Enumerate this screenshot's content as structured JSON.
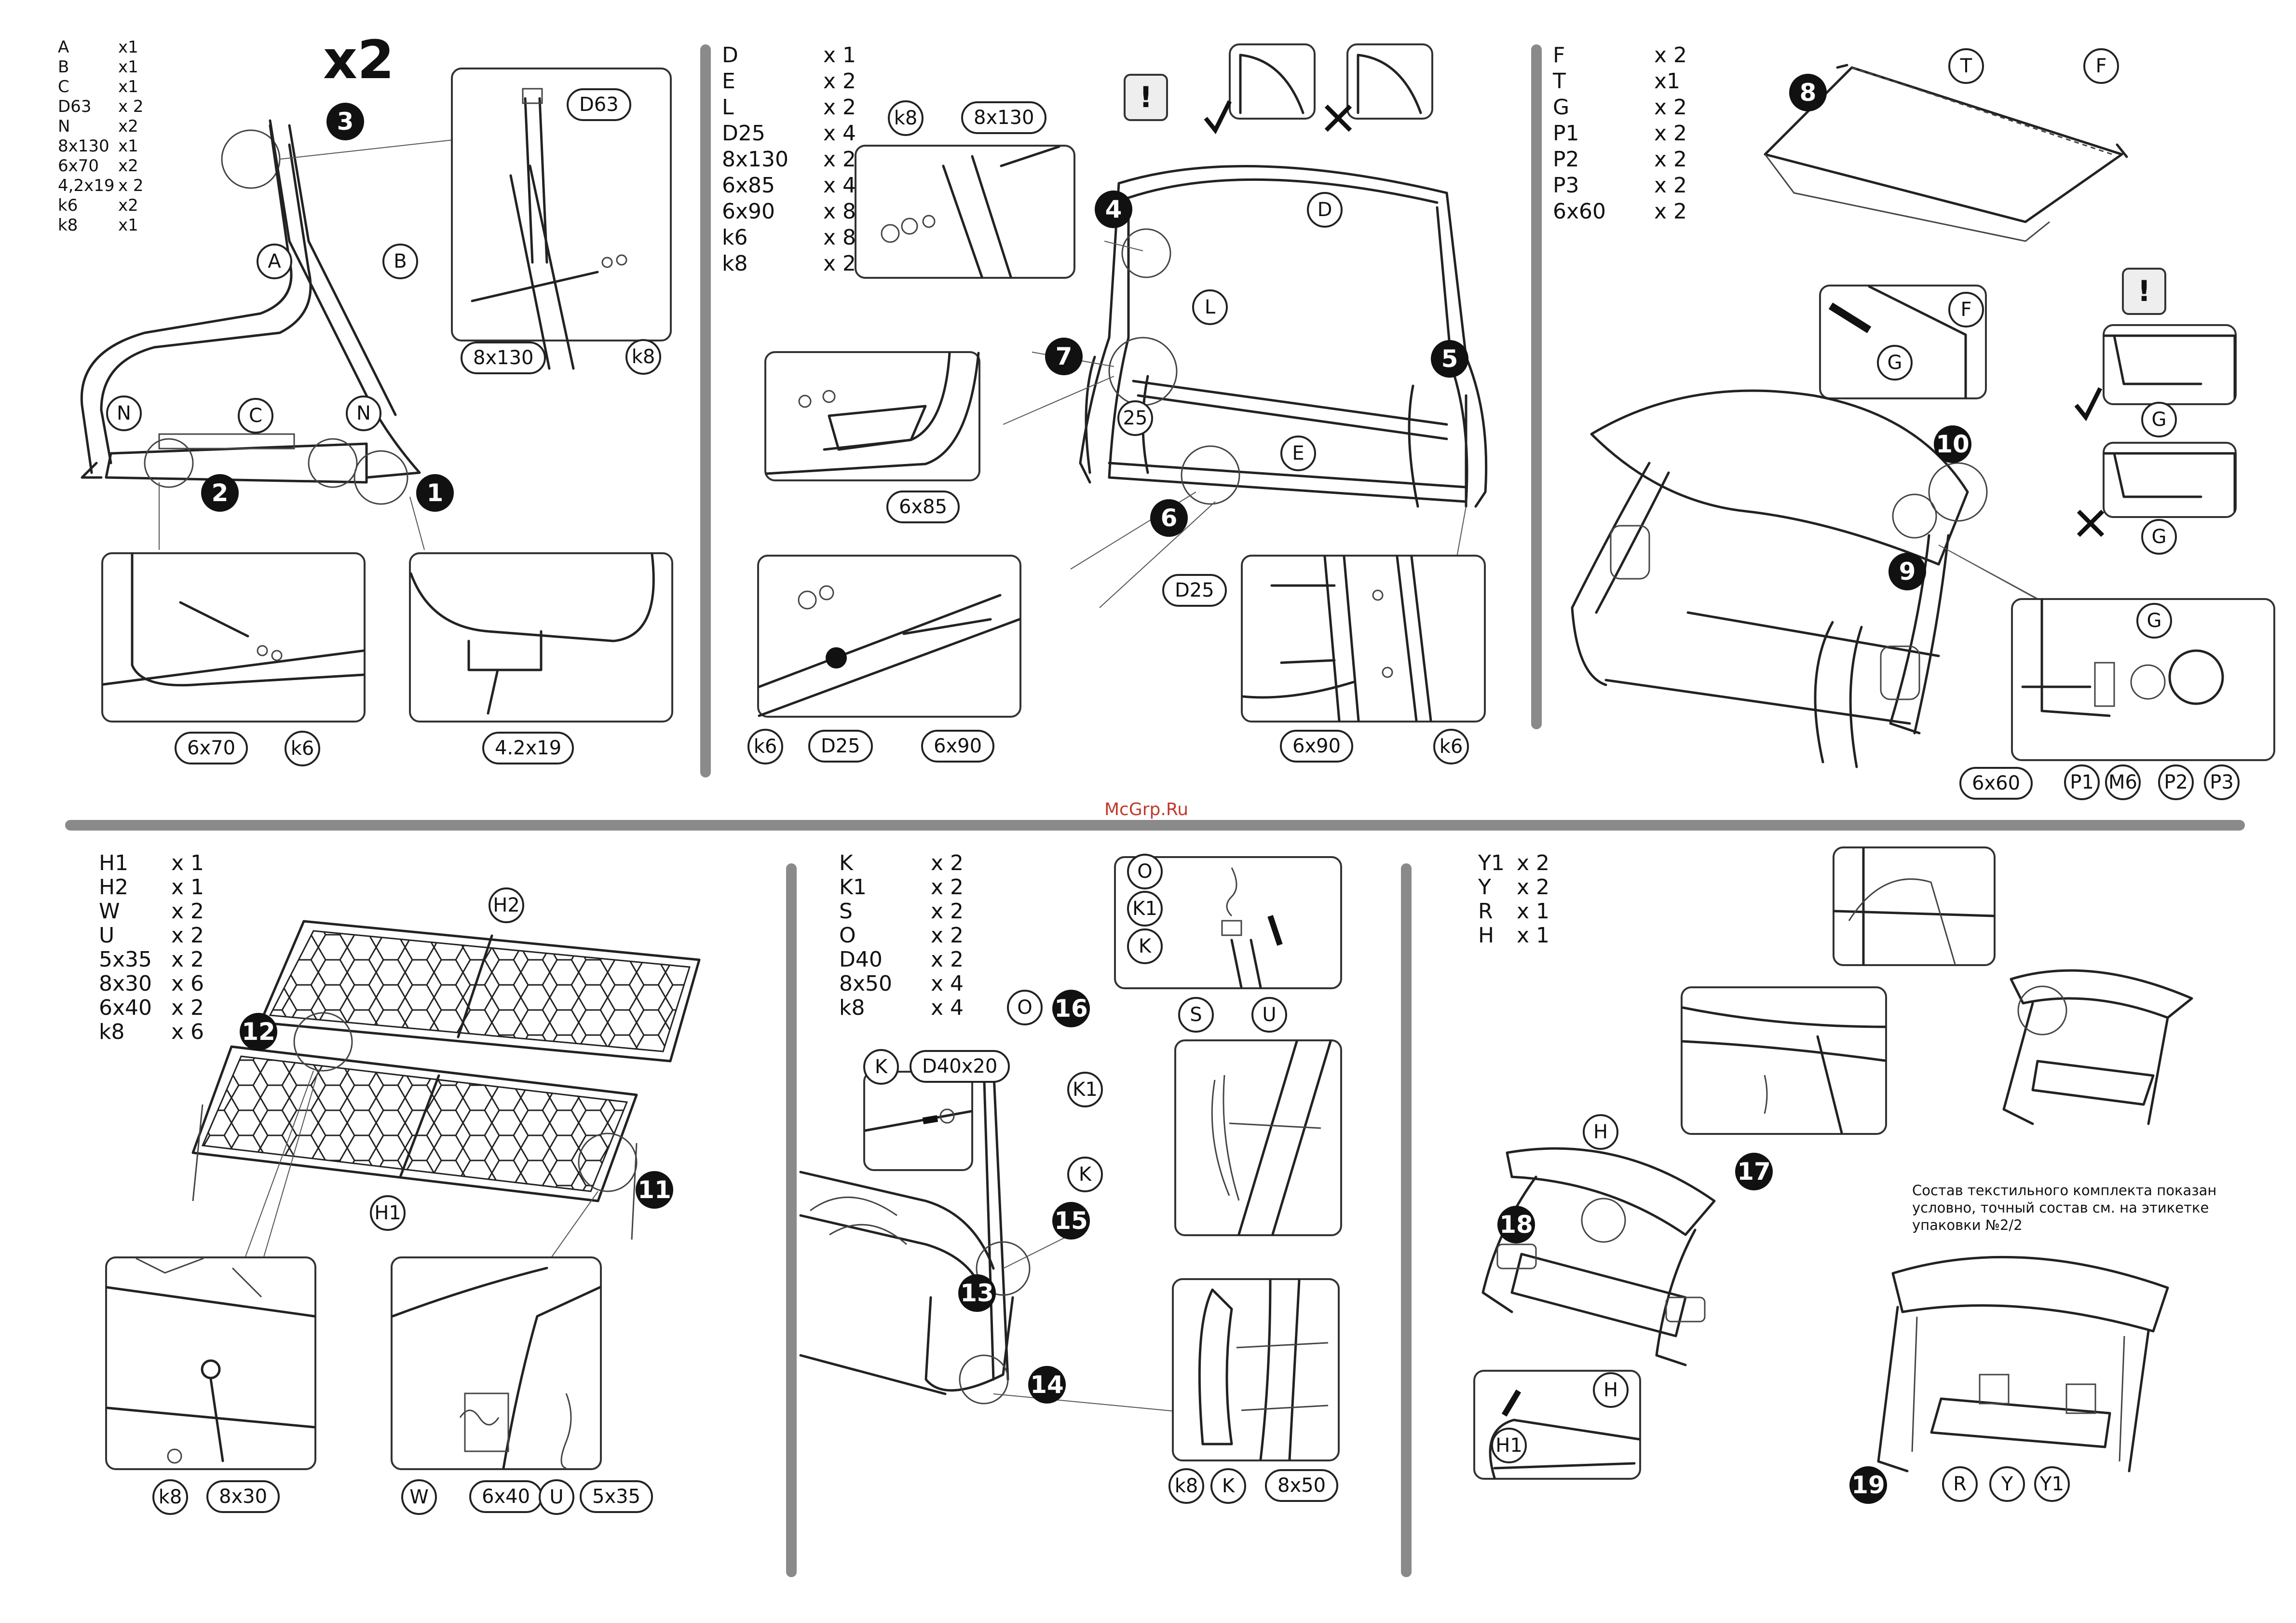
{
  "watermark": "McGrp.Ru",
  "panel1": {
    "parts": [
      {
        "code": "A",
        "qty": "x1"
      },
      {
        "code": "B",
        "qty": "x1"
      },
      {
        "code": "C",
        "qty": "x1"
      },
      {
        "code": "D63",
        "qty": "x 2"
      },
      {
        "code": "N",
        "qty": "x2"
      },
      {
        "code": "8x130",
        "qty": "x1"
      },
      {
        "code": "6x70",
        "qty": "x2"
      },
      {
        "code": "4,2x19",
        "qty": "x 2"
      },
      {
        "code": "k6",
        "qty": "x2"
      },
      {
        "code": "k8",
        "qty": "x1"
      }
    ],
    "multiplier": "x2",
    "steps": [
      "3",
      "2",
      "1"
    ],
    "labels": {
      "a": "A",
      "b": "B",
      "c": "C",
      "n1": "N",
      "n2": "N",
      "d63": "D63",
      "b8x130": "8x130",
      "k8": "k8",
      "b6x70": "6x70",
      "k6": "k6",
      "b4219": "4.2x19"
    }
  },
  "panel2": {
    "parts": [
      {
        "code": "D",
        "qty": "x 1"
      },
      {
        "code": "E",
        "qty": "x 2"
      },
      {
        "code": "L",
        "qty": "x 2"
      },
      {
        "code": "D25",
        "qty": "x 4"
      },
      {
        "code": "8x130",
        "qty": "x 2"
      },
      {
        "code": "6x85",
        "qty": "x 4"
      },
      {
        "code": "6x90",
        "qty": "x 8"
      },
      {
        "code": "k6",
        "qty": "x 8"
      },
      {
        "code": "k8",
        "qty": "x 2"
      }
    ],
    "warn": "!",
    "steps": [
      "4",
      "7",
      "5",
      "6"
    ],
    "labels": {
      "k8": "k8",
      "b8x130": "8x130",
      "d": "D",
      "l": "L",
      "n25": "25",
      "e": "E",
      "b6x85": "6x85",
      "d25a": "D25",
      "k6a": "k6",
      "d25b": "D25",
      "b6x90a": "6x90",
      "b6x90b": "6x90",
      "k6b": "k6"
    }
  },
  "panel3": {
    "parts": [
      {
        "code": "F",
        "qty": "x 2"
      },
      {
        "code": "T",
        "qty": "x1"
      },
      {
        "code": "G",
        "qty": "x 2"
      },
      {
        "code": "P1",
        "qty": "x 2"
      },
      {
        "code": "P2",
        "qty": "x 2"
      },
      {
        "code": "P3",
        "qty": "x 2"
      },
      {
        "code": "6x60",
        "qty": "x 2"
      }
    ],
    "warn": "!",
    "steps": [
      "8",
      "10",
      "9"
    ],
    "labels": {
      "t": "T",
      "f1": "F",
      "f2": "F",
      "g1": "G",
      "g2": "G",
      "g3": "G",
      "g4": "G",
      "b6x60": "6x60",
      "p1": "P1",
      "m6": "M6",
      "p2": "P2",
      "p3": "P3"
    }
  },
  "panel4": {
    "parts": [
      {
        "code": "H1",
        "qty": "x 1"
      },
      {
        "code": "H2",
        "qty": "x 1"
      },
      {
        "code": "W",
        "qty": "x 2"
      },
      {
        "code": "U",
        "qty": "x 2"
      },
      {
        "code": "5x35",
        "qty": "x 2"
      },
      {
        "code": "8x30",
        "qty": "x 6"
      },
      {
        "code": "6x40",
        "qty": "x 2"
      },
      {
        "code": "k8",
        "qty": "x 6"
      }
    ],
    "steps": [
      "12",
      "11"
    ],
    "labels": {
      "h2": "H2",
      "h1": "H1",
      "k8": "k8",
      "b8x30": "8x30",
      "w": "W",
      "b6x40": "6x40",
      "u": "U",
      "b5x35": "5x35"
    }
  },
  "panel5": {
    "parts": [
      {
        "code": "K",
        "qty": "x 2"
      },
      {
        "code": "K1",
        "qty": "x 2"
      },
      {
        "code": "S",
        "qty": "x 2"
      },
      {
        "code": "O",
        "qty": "x 2"
      },
      {
        "code": "D40",
        "qty": "x 2"
      },
      {
        "code": "8x50",
        "qty": "x 4"
      },
      {
        "code": "k8",
        "qty": "x 4"
      }
    ],
    "steps": [
      "16",
      "15",
      "13",
      "14"
    ],
    "labels": {
      "o1": "O",
      "k1a": "K1",
      "ka": "K",
      "o2": "O",
      "k": "K",
      "d4020": "D40x20",
      "k1b": "K1",
      "kb": "K",
      "s": "S",
      "u": "U",
      "k8": "k8",
      "kc": "K",
      "b8x50": "8x50"
    }
  },
  "panel6": {
    "parts": [
      {
        "code": "Y1",
        "qty": "x 2"
      },
      {
        "code": "Y",
        "qty": "x 2"
      },
      {
        "code": "R",
        "qty": "x 1"
      },
      {
        "code": "H",
        "qty": "x 1"
      }
    ],
    "note": "Состав текстильного комплекта показан условно, точный состав см. на этикетке упаковки №2/2",
    "steps": [
      "17",
      "18",
      "19"
    ],
    "labels": {
      "h1": "H",
      "h2": "H",
      "h3": "H1",
      "r": "R",
      "y": "Y",
      "y1": "Y1"
    }
  }
}
